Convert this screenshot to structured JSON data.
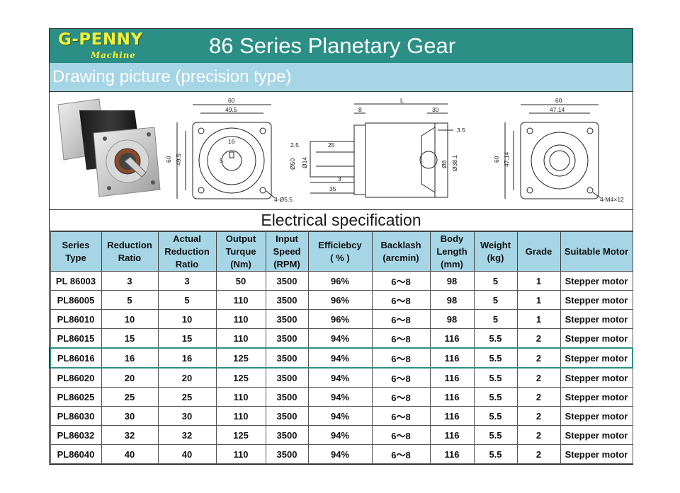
{
  "brand": {
    "name": "G-PENNY",
    "tagline": "Machine"
  },
  "title": "86 Series Planetary Gear",
  "subtitle": "Drawing picture  (precision type)",
  "drawing": {
    "front": {
      "w_outer": "60",
      "w_inner": "49.5",
      "h_outer": "60",
      "h_inner": "49.5",
      "bore": "16",
      "key": "5",
      "holes": "4-Ø5.5"
    },
    "side": {
      "L": "L",
      "d1": "8",
      "d2": "30",
      "d3": "3.5",
      "d4": "2.5",
      "d5": "25",
      "d6": "Ø50",
      "d7": "Ø14",
      "d8": "Ø8",
      "d9": "Ø38.1",
      "d10": "3",
      "d11": "35"
    },
    "rear": {
      "w_outer": "60",
      "w_inner": "47.14",
      "h_outer": "60",
      "h_inner": "47.14",
      "holes": "4-M4×12"
    }
  },
  "section_title": "Electrical specification",
  "table": {
    "headers": [
      [
        "Series",
        "Type"
      ],
      [
        "Reduction",
        "Ratio"
      ],
      [
        "Actual",
        "Reduction",
        "Ratio"
      ],
      [
        "Output",
        "Turque",
        "(Nm)"
      ],
      [
        "Input",
        "Speed",
        "(RPM)"
      ],
      [
        "Efficiebcy",
        "( % )"
      ],
      [
        "Backlash",
        "(arcmin)"
      ],
      [
        "Body",
        "Length",
        "(mm)"
      ],
      [
        "Weight",
        "(kg)"
      ],
      [
        "Grade"
      ],
      [
        "Suitable Motor"
      ]
    ],
    "rows": [
      [
        "PL 86003",
        "3",
        "3",
        "50",
        "3500",
        "96%",
        "6～8",
        "98",
        "5",
        "1",
        "Stepper motor"
      ],
      [
        "PL86005",
        "5",
        "5",
        "110",
        "3500",
        "96%",
        "6～8",
        "98",
        "5",
        "1",
        "Stepper motor"
      ],
      [
        "PL86010",
        "10",
        "10",
        "110",
        "3500",
        "96%",
        "6～8",
        "98",
        "5",
        "1",
        "Stepper motor"
      ],
      [
        "PL86015",
        "15",
        "15",
        "110",
        "3500",
        "94%",
        "6～8",
        "116",
        "5.5",
        "2",
        "Stepper motor"
      ],
      [
        "PL86016",
        "16",
        "16",
        "125",
        "3500",
        "94%",
        "6～8",
        "116",
        "5.5",
        "2",
        "Stepper motor"
      ],
      [
        "PL86020",
        "20",
        "20",
        "125",
        "3500",
        "94%",
        "6～8",
        "116",
        "5.5",
        "2",
        "Stepper motor"
      ],
      [
        "PL86025",
        "25",
        "25",
        "110",
        "3500",
        "94%",
        "6～8",
        "116",
        "5.5",
        "2",
        "Stepper motor"
      ],
      [
        "PL86030",
        "30",
        "30",
        "110",
        "3500",
        "94%",
        "6～8",
        "116",
        "5.5",
        "2",
        "Stepper motor"
      ],
      [
        "PL86032",
        "32",
        "32",
        "125",
        "3500",
        "94%",
        "6～8",
        "116",
        "5.5",
        "2",
        "Stepper motor"
      ],
      [
        "PL86040",
        "40",
        "40",
        "110",
        "3500",
        "94%",
        "6～8",
        "116",
        "5.5",
        "2",
        "Stepper motor"
      ]
    ],
    "highlighted_row": "PL86016",
    "colors": {
      "header_bg": "#a6d5e5",
      "highlight": "#2b8f85",
      "title_bar": "#2b8f85",
      "logo": "#f3ef3a"
    }
  }
}
